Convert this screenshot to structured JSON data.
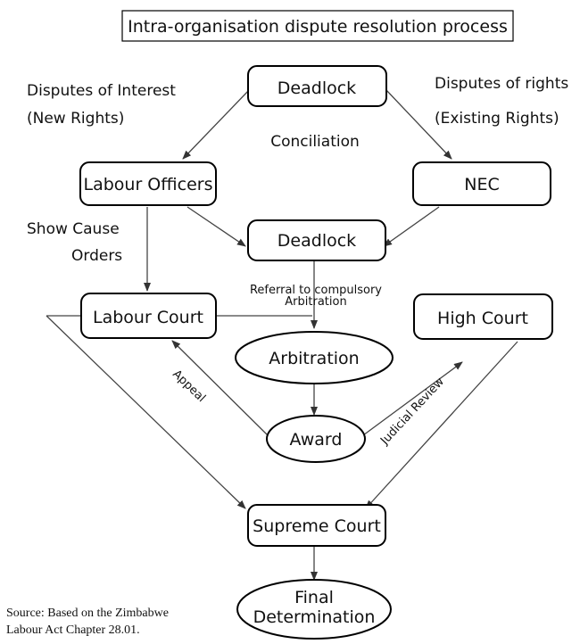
{
  "title": "Intra-organisation dispute resolution process",
  "left_heading": {
    "line1": "Disputes of Interest",
    "line2": "(New Rights)"
  },
  "right_heading": {
    "line1": "Disputes of rights",
    "line2": "(Existing Rights)"
  },
  "nodes": {
    "deadlock_top": "Deadlock",
    "labour_officers": "Labour Officers",
    "nec": "NEC",
    "deadlock_mid": "Deadlock",
    "labour_court": "Labour Court",
    "high_court": "High Court",
    "arbitration": "Arbitration",
    "award": "Award",
    "supreme_court": "Supreme Court",
    "final_determination": {
      "line1": "Final",
      "line2": "Determination"
    }
  },
  "edge_labels": {
    "conciliation": "Conciliation",
    "show_cause": {
      "line1": "Show Cause",
      "line2": "Orders"
    },
    "referral": {
      "line1": "Referral to compulsory",
      "line2": "Arbitration"
    },
    "appeal": "Appeal",
    "judicial_review": "Judicial Review"
  },
  "source": {
    "line1": "Source: Based on the Zimbabwe",
    "line2": "Labour Act Chapter 28.01."
  }
}
